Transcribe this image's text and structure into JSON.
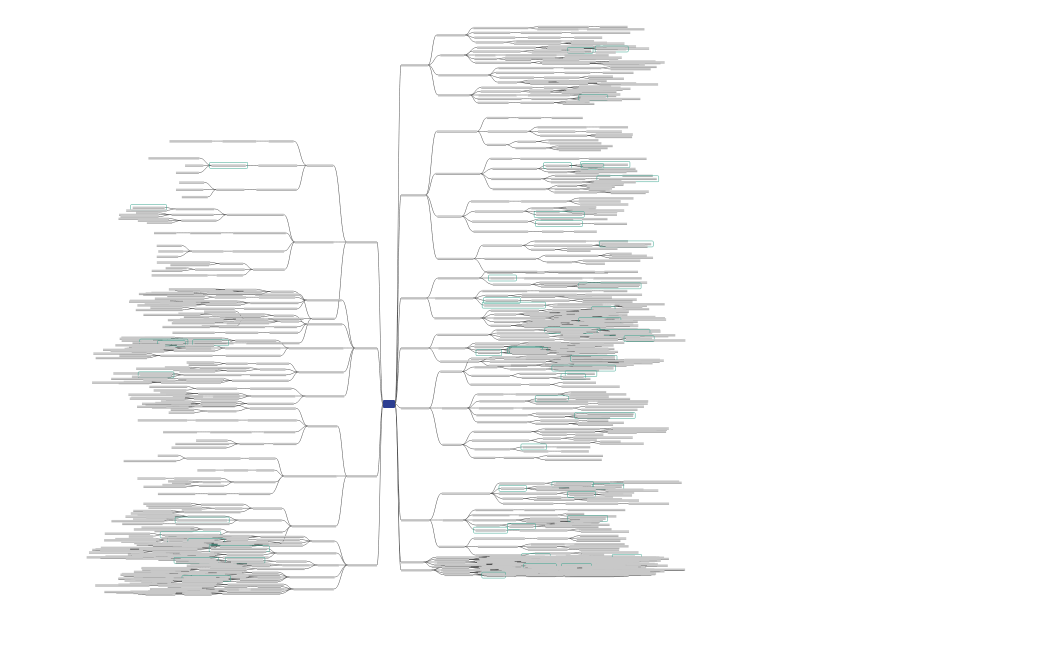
{
  "root": {
    "label": "",
    "color": "#2c3e91"
  },
  "colors": {
    "line": "#4d4d4d",
    "text_bar": "#c8c8c8",
    "highlight_border": "#3aa58f",
    "root_fill": "#2c3e91"
  },
  "branches": [
    {
      "name": "right-1",
      "side": "right",
      "label": ""
    },
    {
      "name": "right-2",
      "side": "right",
      "label": ""
    },
    {
      "name": "right-3",
      "side": "right",
      "label": ""
    },
    {
      "name": "right-4",
      "side": "right",
      "label": ""
    },
    {
      "name": "right-5",
      "side": "right",
      "label": ""
    },
    {
      "name": "right-6",
      "side": "right",
      "label": ""
    },
    {
      "name": "right-7",
      "side": "right",
      "label": ""
    },
    {
      "name": "right-8",
      "side": "right",
      "label": ""
    },
    {
      "name": "left-1",
      "side": "left",
      "label": ""
    },
    {
      "name": "left-2",
      "side": "left",
      "label": ""
    },
    {
      "name": "left-3",
      "side": "left",
      "label": ""
    },
    {
      "name": "left-4",
      "side": "left",
      "label": ""
    }
  ]
}
